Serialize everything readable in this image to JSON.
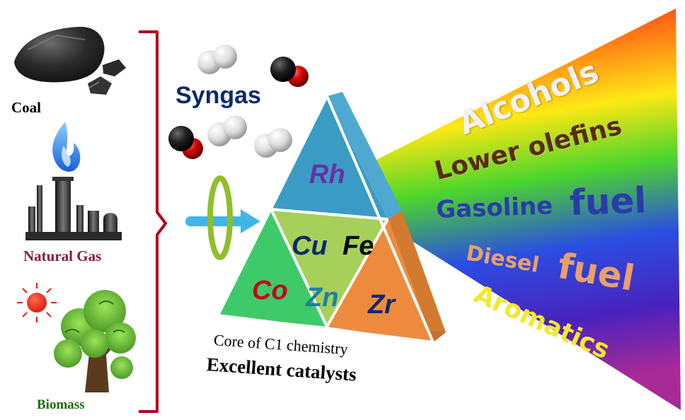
{
  "sources": {
    "coal": "Coal",
    "natural_gas": "Natural Gas",
    "biomass": "Biomass"
  },
  "syngas_label": "Syngas",
  "catalysts": {
    "rh": "Rh",
    "cu": "Cu",
    "fe": "Fe",
    "co": "Co",
    "zn": "Zn",
    "zr": "Zr"
  },
  "caption": {
    "line1": "Core of C1 chemistry",
    "line2": "Excellent catalysts"
  },
  "products": {
    "alcohols": "Alcohols",
    "lower_olefins": "Lower olefins",
    "gasoline": "Gasoline",
    "gasoline_fuel": "fuel",
    "diesel": "Diesel",
    "diesel_fuel": "fuel",
    "aromatics": "Aromatics"
  },
  "colors": {
    "bracket": "#b3001b",
    "arrow": "#3fb6e8",
    "ring": "#8fbf2a",
    "rh_face": "#3a9cc4",
    "cu_fe_face": "#a6d05a",
    "co_face": "#3fca6a",
    "zr_face": "#ee8a3e",
    "syngas_text": "#0d2a6e",
    "natural_gas_text": "#8b1a3a",
    "biomass_text": "#1f6b10"
  }
}
